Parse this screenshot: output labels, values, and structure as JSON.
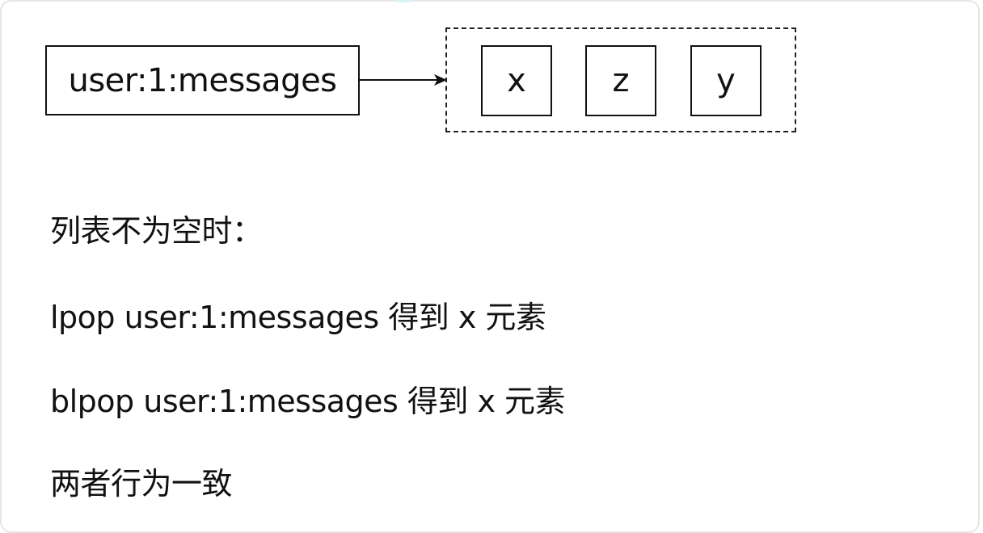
{
  "diagram": {
    "key_label": "user:1:messages",
    "list_items": [
      "x",
      "z",
      "y"
    ]
  },
  "notes": [
    "列表不为空时：",
    "lpop user:1:messages 得到 x 元素",
    "blpop user:1:messages 得到 x 元素",
    "两者行为一致"
  ],
  "colors": {
    "stroke": "#111111",
    "frame": "#e6e6e6"
  }
}
